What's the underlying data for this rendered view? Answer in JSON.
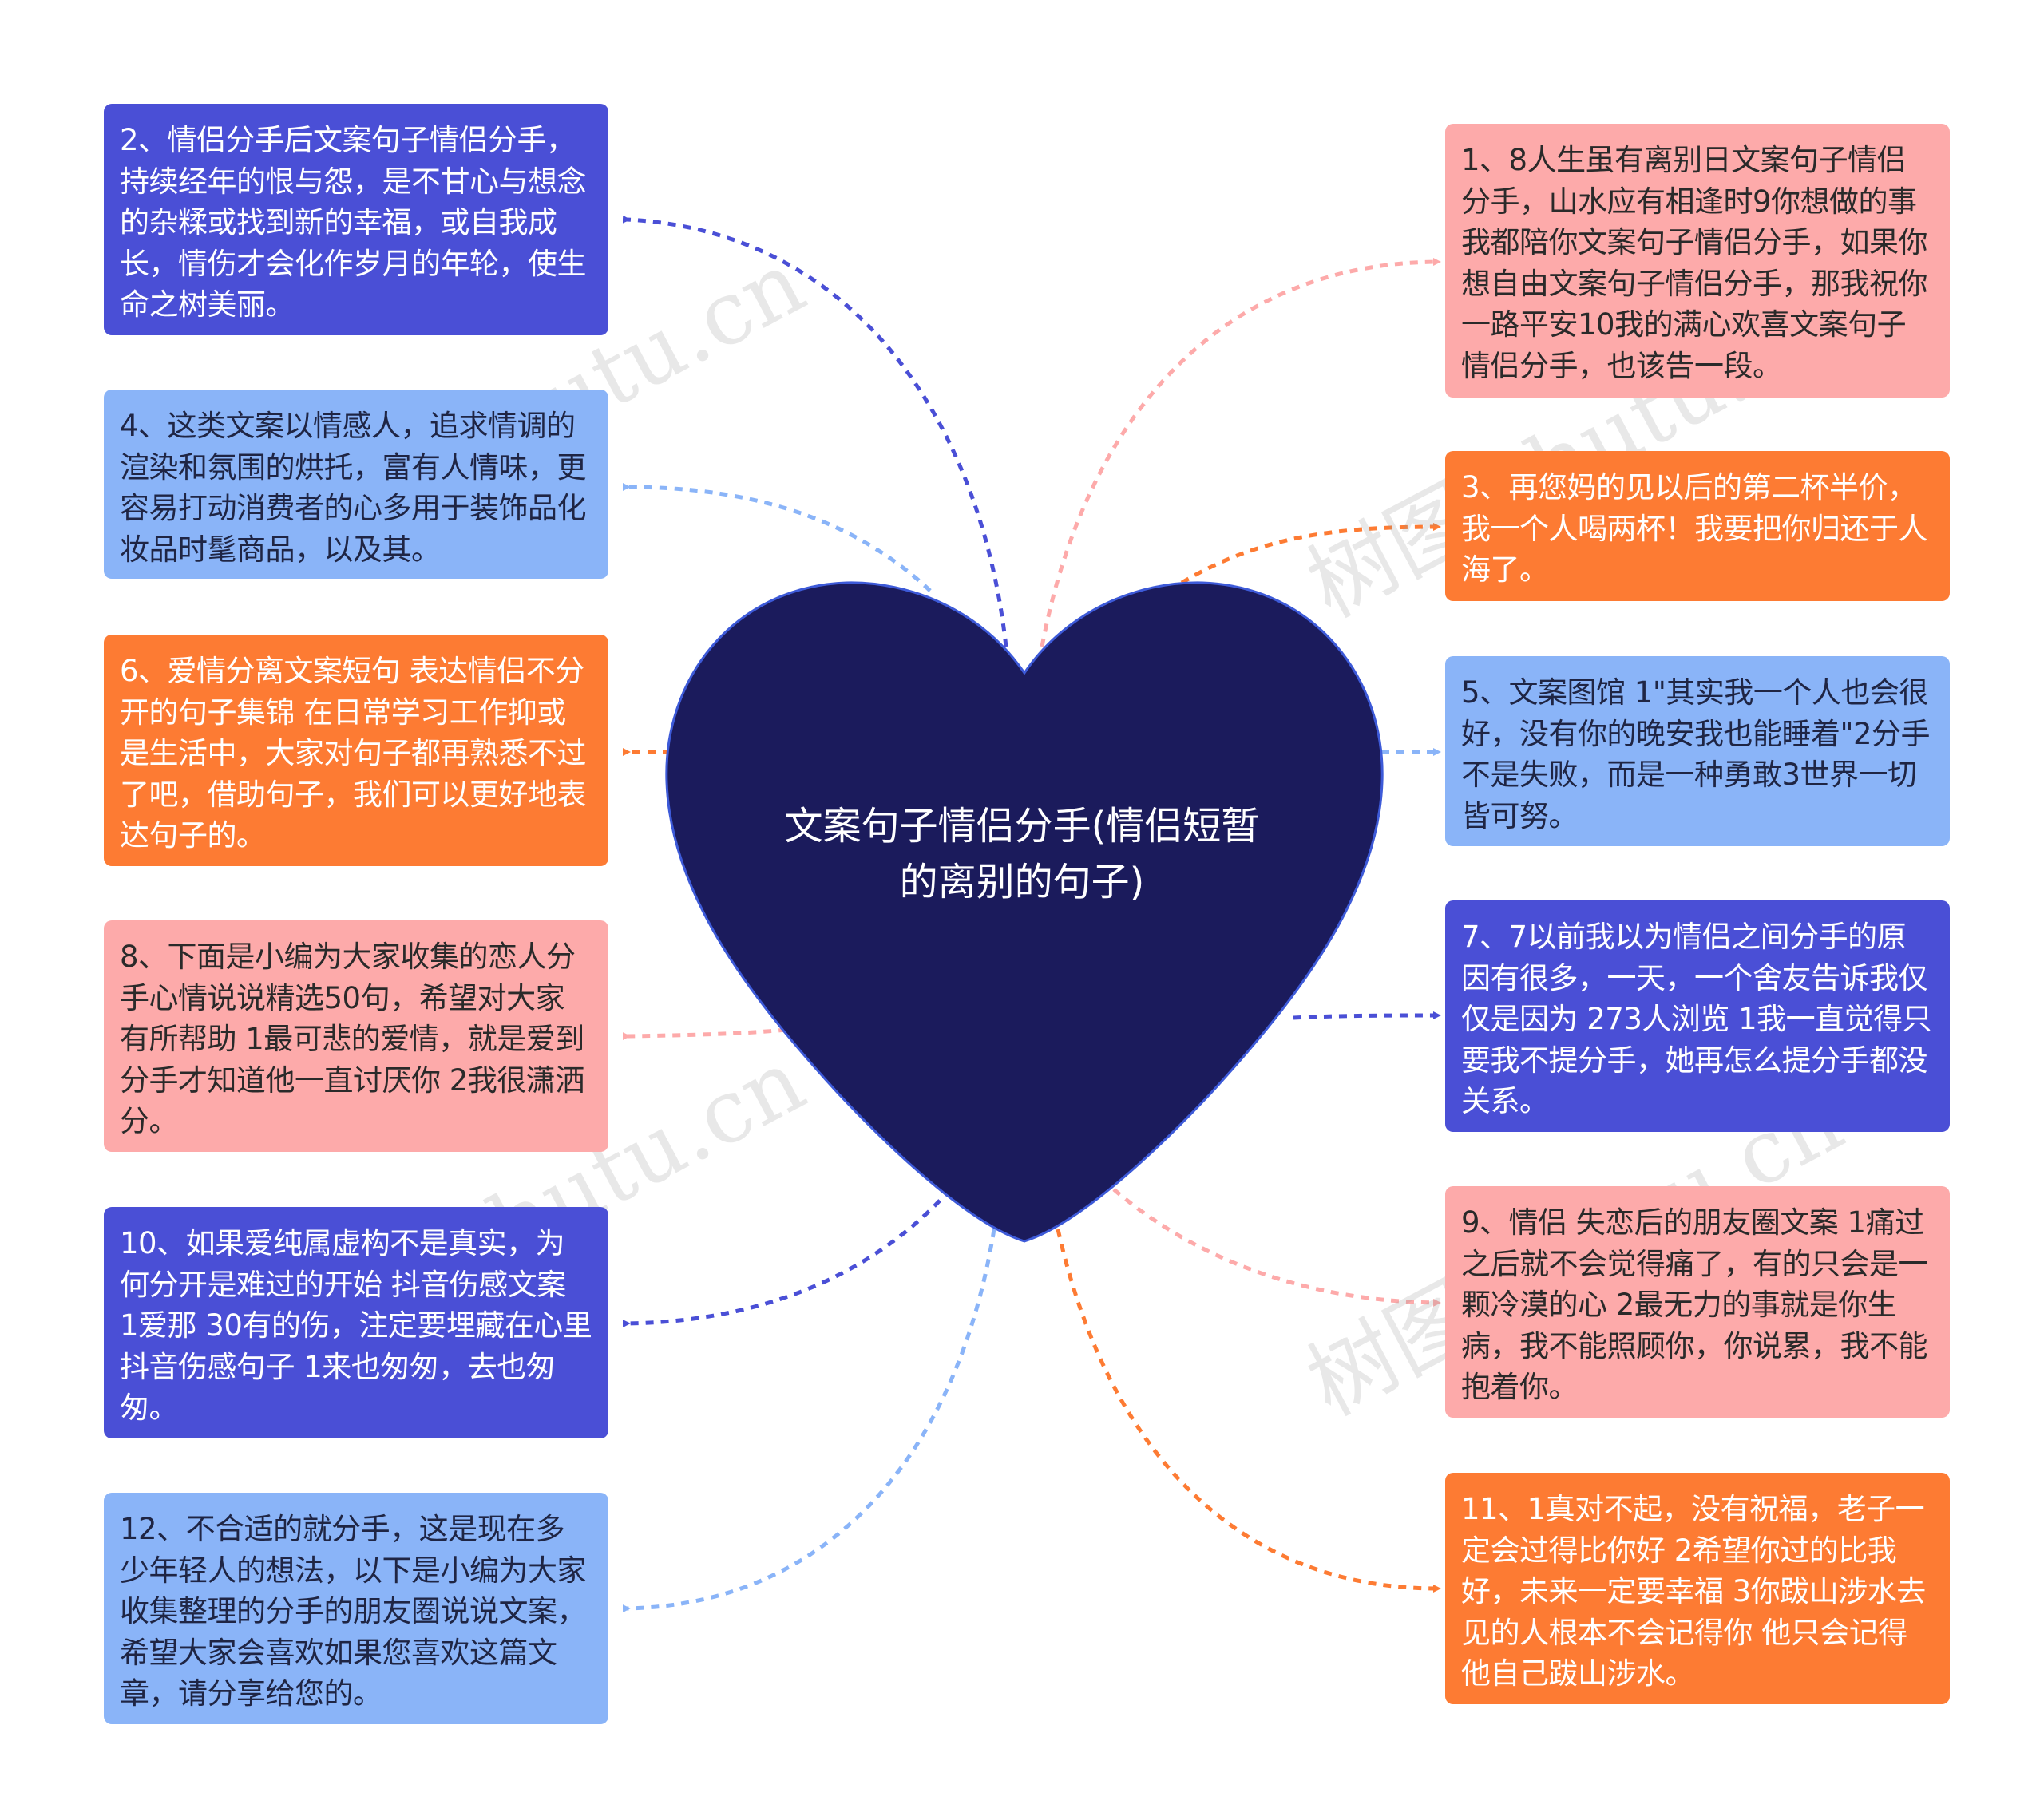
{
  "center": {
    "title": "文案句子情侣分手(情侣短暂的离别的句子)"
  },
  "colors": {
    "heart": "#1b1b5c",
    "indigo": "#4a4fd6",
    "lightblue": "#8ab4f8",
    "orange": "#fd7b33",
    "pink": "#fdaaaa"
  },
  "watermark": {
    "text": "树图 shutu.cn"
  },
  "nodes": {
    "n1": "1、8人生虽有离别日文案句子情侣分手，山水应有相逢时9你想做的事我都陪你文案句子情侣分手，如果你想自由文案句子情侣分手，那我祝你一路平安10我的满心欢喜文案句子情侣分手，也该告一段。",
    "n2": "2、情侣分手后文案句子情侣分手，持续经年的恨与怨，是不甘心与想念的杂糅或找到新的幸福，或自我成长，情伤才会化作岁月的年轮，使生命之树美丽。",
    "n3": "3、再您妈的见以后的第二杯半价，我一个人喝两杯！我要把你归还于人海了。",
    "n4": "4、这类文案以情感人，追求情调的渲染和氛围的烘托，富有人情味，更容易打动消费者的心多用于装饰品化妆品时髦商品，以及其。",
    "n5": "5、文案图馆 1\"其实我一个人也会很好，没有你的晚安我也能睡着\"2分手不是失败，而是一种勇敢3世界一切皆可努。",
    "n6": "6、爱情分离文案短句 表达情侣不分开的句子集锦 在日常学习工作抑或是生活中，大家对句子都再熟悉不过了吧，借助句子，我们可以更好地表达句子的。",
    "n7": "7、7以前我以为情侣之间分手的原因有很多，一天，一个舍友告诉我仅仅是因为 273人浏览 1我一直觉得只要我不提分手，她再怎么提分手都没关系。",
    "n8": "8、下面是小编为大家收集的恋人分手心情说说精选50句，希望对大家有所帮助 1最可悲的爱情，就是爱到分手才知道他一直讨厌你 2我很潇洒分。",
    "n9": "9、情侣 失恋后的朋友圈文案 1痛过之后就不会觉得痛了，有的只会是一颗冷漠的心 2最无力的事就是你生病，我不能照顾你，你说累，我不能抱着你。",
    "n10": "10、如果爱纯属虚构不是真实，为何分开是难过的开始 抖音伤感文案 1爱那 30有的伤，注定要埋藏在心里 抖音伤感句子 1来也匆匆，去也匆匆。",
    "n11": "11、1真对不起，没有祝福，老子一定会过得比你好 2希望你过的比我好，未来一定要幸福 3你跋山涉水去见的人根本不会记得你 他只会记得他自己跋山涉水。",
    "n12": "12、不合适的就分手，这是现在多少年轻人的想法，以下是小编为大家收集整理的分手的朋友圈说说文案，希望大家会喜欢如果您喜欢这篇文章，请分享给您的。"
  }
}
